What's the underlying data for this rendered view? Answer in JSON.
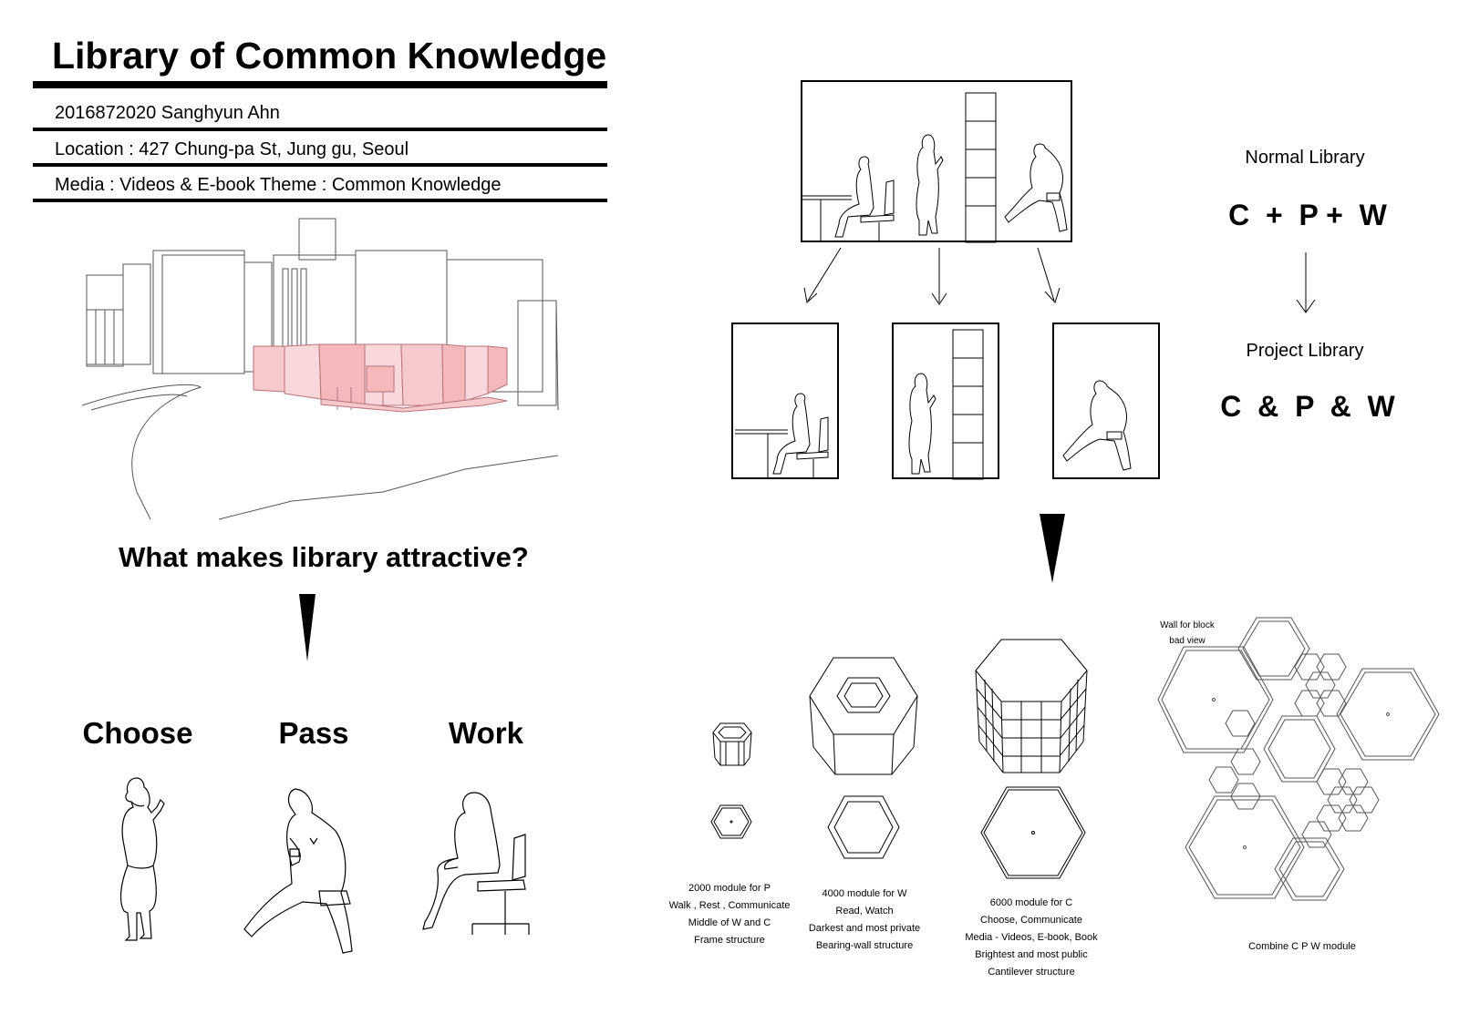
{
  "header": {
    "title": "Library of Common Knowledge",
    "student": "2016872020 Sanghyun Ahn",
    "location": "Location : 427 Chung-pa St, Jung gu, Seoul",
    "media_theme": "Media : Videos & E-book   Theme : Common Knowledge"
  },
  "question": "What makes library attractive?",
  "activities": [
    {
      "label": "Choose"
    },
    {
      "label": "Pass"
    },
    {
      "label": "Work"
    }
  ],
  "comparison": {
    "normal_label": "Normal Library",
    "normal_formula": "C  +  P +  W",
    "project_label": "Project Library",
    "project_formula": "C  &  P  &  W"
  },
  "modules": [
    {
      "lines": [
        "2000 module for P",
        "Walk , Rest , Communicate",
        "Middle of W and C",
        "Frame structure"
      ]
    },
    {
      "lines": [
        "4000 module for W",
        "Read, Watch",
        "Darkest and most private",
        "Bearing-wall structure"
      ]
    },
    {
      "lines": [
        "6000 module for C",
        "Choose, Communicate",
        "Media - Videos, E-book, Book",
        "Brightest and most public",
        "Cantilever structure"
      ]
    }
  ],
  "combine": {
    "note_line1": "Wall for block",
    "note_line2": "bad view",
    "caption": "Combine C P W module"
  },
  "colors": {
    "accent_pink": "#f4b8bd",
    "line": "#000000"
  }
}
